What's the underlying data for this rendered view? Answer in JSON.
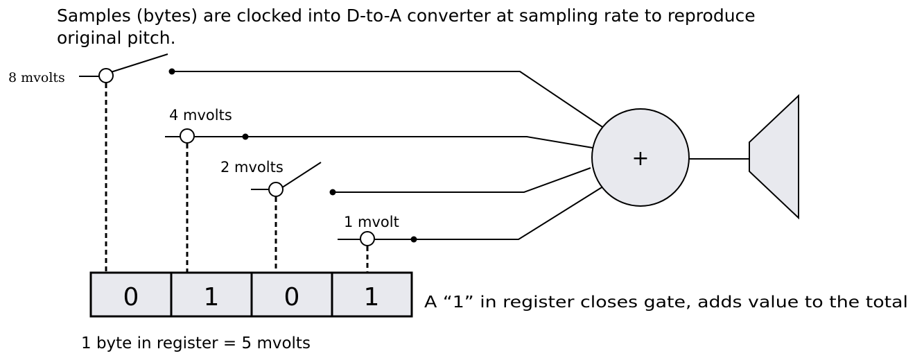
{
  "caption": {
    "line1": "Samples (bytes) are clocked into D-to-A converter at sampling rate to reproduce",
    "line2": "original pitch."
  },
  "gates": [
    {
      "label": "8 mvolts",
      "state": "open"
    },
    {
      "label": "4 mvolts",
      "state": "closed"
    },
    {
      "label": "2 mvolts",
      "state": "open"
    },
    {
      "label": "1 mvolt",
      "state": "closed"
    }
  ],
  "register": {
    "bits": [
      "0",
      "1",
      "0",
      "1"
    ],
    "note": "A “1” in register closes gate, adds value to the total",
    "summary": "1 byte in register = 5 mvolts"
  },
  "summer": {
    "symbol": "+"
  },
  "colors": {
    "fill": "#e8e9ee",
    "line": "#000000"
  }
}
